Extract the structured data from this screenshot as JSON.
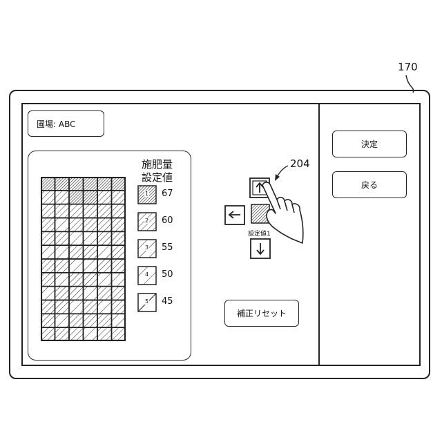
{
  "reference_numbers": {
    "device": "170",
    "arrow_controls": "204"
  },
  "field_label": "圃場: ABC",
  "buttons": {
    "confirm": "決定",
    "back": "戻る",
    "reset": "補正リセット"
  },
  "legend": {
    "title_line1": "施肥量",
    "title_line2": "設定値",
    "items": [
      {
        "index": "1",
        "value": "67"
      },
      {
        "index": "2",
        "value": "60"
      },
      {
        "index": "3",
        "value": "55"
      },
      {
        "index": "4",
        "value": "50"
      },
      {
        "index": "5",
        "value": "45"
      }
    ]
  },
  "controls": {
    "current_setting_label": "設定値1"
  },
  "grid": {
    "rows": 12,
    "cols": 6,
    "levels": [
      [
        1,
        1,
        1,
        1,
        1,
        1
      ],
      [
        2,
        2,
        1,
        1,
        2,
        2
      ],
      [
        2,
        2,
        2,
        2,
        2,
        2
      ],
      [
        2,
        3,
        2,
        2,
        2,
        2
      ],
      [
        2,
        2,
        3,
        3,
        2,
        2
      ],
      [
        3,
        3,
        2,
        2,
        3,
        2
      ],
      [
        2,
        2,
        3,
        3,
        2,
        2
      ],
      [
        2,
        3,
        2,
        2,
        3,
        3
      ],
      [
        3,
        2,
        2,
        3,
        2,
        2
      ],
      [
        2,
        2,
        3,
        2,
        3,
        2
      ],
      [
        2,
        3,
        2,
        2,
        2,
        3
      ],
      [
        2,
        2,
        2,
        3,
        2,
        2
      ]
    ]
  }
}
